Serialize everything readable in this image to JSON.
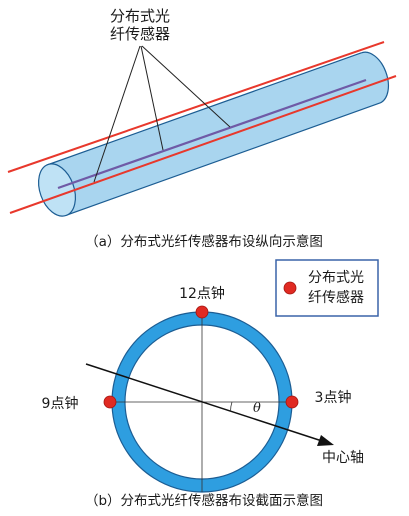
{
  "panel_a": {
    "sensor_label_line1": "分布式光",
    "sensor_label_line2": "纤传感器",
    "caption": "（a）分布式光纤传感器布设纵向示意图"
  },
  "panel_b": {
    "legend_line1": "分布式光",
    "legend_line2": "纤传感器",
    "label_12": "12点钟",
    "label_9": "9点钟",
    "label_3": "3点钟",
    "angle_symbol": "θ",
    "axis_label": "中心轴",
    "caption": "（b）分布式光纤传感器布设截面示意图"
  },
  "colors": {
    "pipe_fill": "#a9d5ef",
    "pipe_stroke": "#1c5d93",
    "ring_fill": "#2e9ee0",
    "fiber_red": "#e8382c",
    "inner_fiber": "#6f5aa6",
    "sensor_dot": "#e02a22",
    "legend_border": "#3a63a8"
  }
}
